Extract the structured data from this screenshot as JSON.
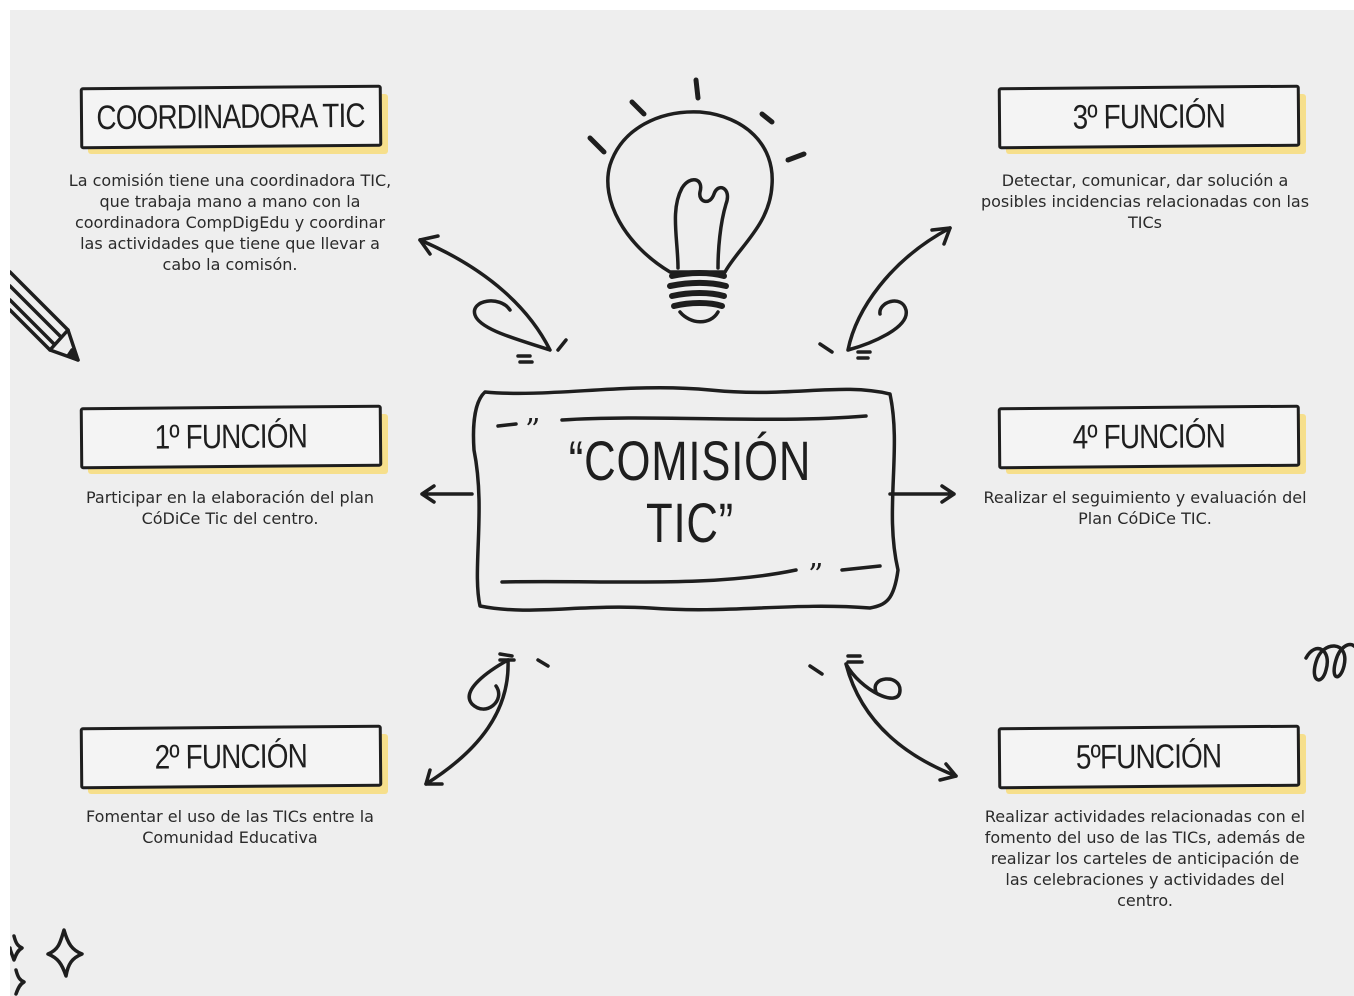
{
  "center": {
    "line1": "“COMISIÓN",
    "line2": "TIC”"
  },
  "nodes": [
    {
      "title": "COORDINADORA TIC",
      "text": "La comisión tiene una coordinadora TIC, que trabaja mano a mano con la coordinadora CompDigEdu y coordinar las actividades que tiene que llevar a cabo la comisón."
    },
    {
      "title": "1º FUNCIÓN",
      "text": "Participar en la elaboración del plan CóDiCe Tic del centro."
    },
    {
      "title": "2º FUNCIÓN",
      "text": "Fomentar el uso de las TICs entre la Comunidad Educativa"
    },
    {
      "title": "3º FUNCIÓN",
      "text": "Detectar, comunicar, dar solución a posibles incidencias relacionadas con las TICs"
    },
    {
      "title": "4º FUNCIÓN",
      "text": "Realizar el seguimiento y evaluación del Plan CóDiCe TIC."
    },
    {
      "title": "5ºFUNCIÓN",
      "text": "Realizar actividades relacionadas con el fomento del uso de las TICs, además de realizar los carteles de anticipación de las celebraciones y actividades del centro."
    }
  ],
  "colors": {
    "background": "#eeeeee",
    "ink": "#1e1e1e",
    "highlight": "#f6df8c"
  },
  "icons": [
    "lightbulb-icon",
    "pencil-icon",
    "sparkle-icon",
    "squiggle-icon"
  ]
}
